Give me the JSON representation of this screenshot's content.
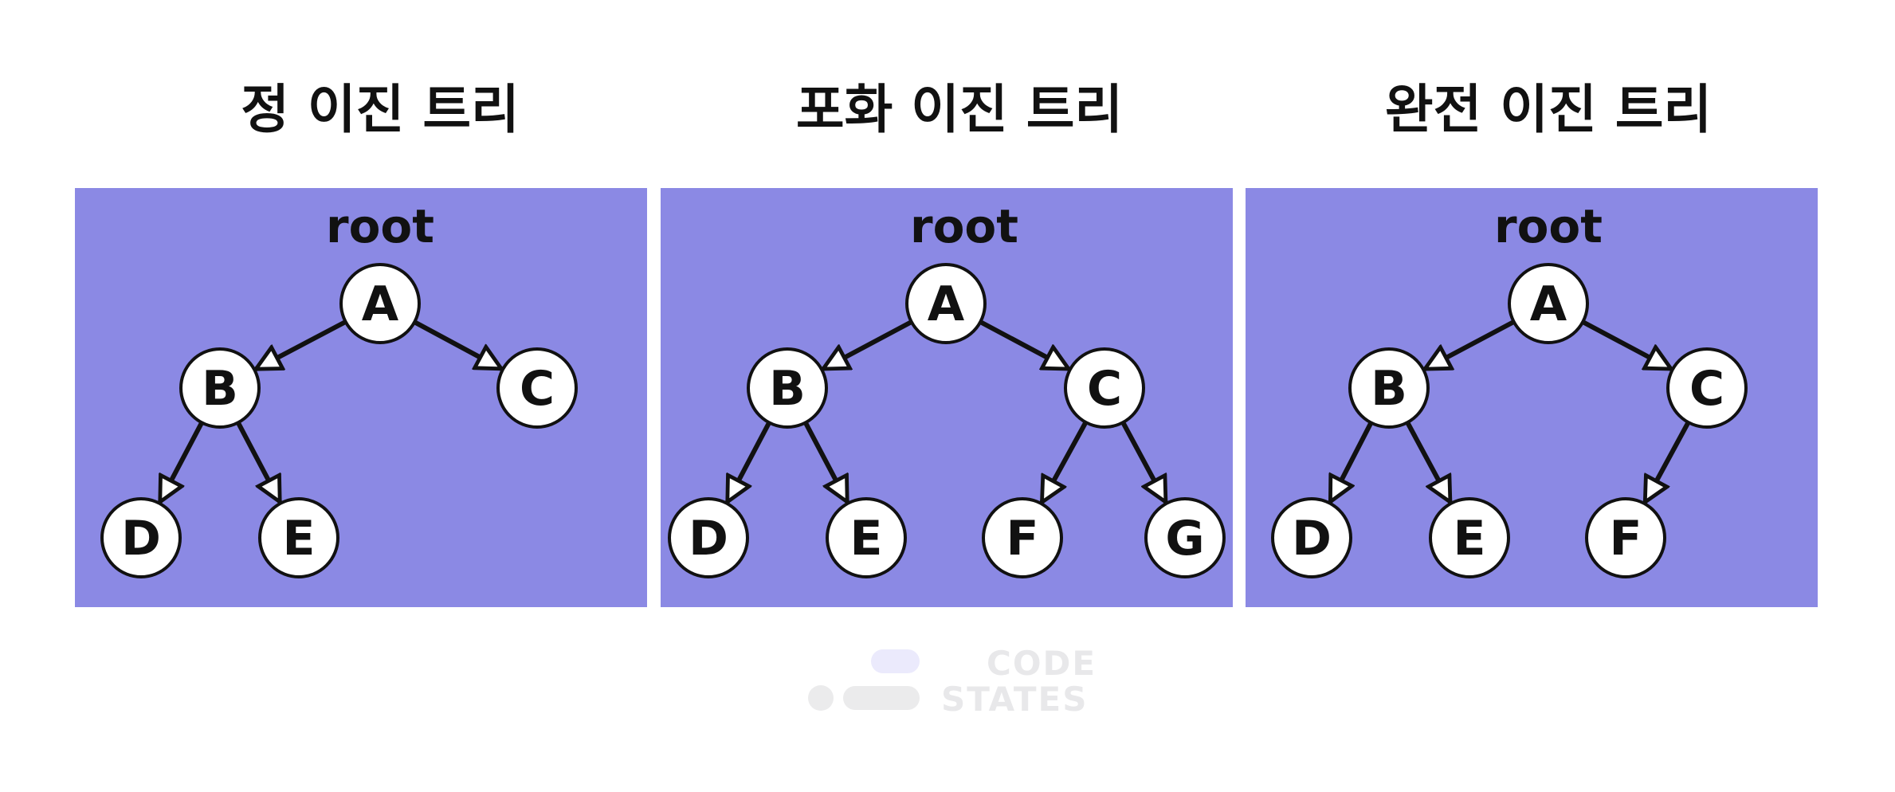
{
  "diagrams": [
    {
      "title": "정 이진 트리",
      "root_label": "root",
      "nodes": [
        "A",
        "B",
        "C",
        "D",
        "E"
      ],
      "edges": [
        [
          "A",
          "B"
        ],
        [
          "A",
          "C"
        ],
        [
          "B",
          "D"
        ],
        [
          "B",
          "E"
        ]
      ]
    },
    {
      "title": "포화 이진 트리",
      "root_label": "root",
      "nodes": [
        "A",
        "B",
        "C",
        "D",
        "E",
        "F",
        "G"
      ],
      "edges": [
        [
          "A",
          "B"
        ],
        [
          "A",
          "C"
        ],
        [
          "B",
          "D"
        ],
        [
          "B",
          "E"
        ],
        [
          "C",
          "F"
        ],
        [
          "C",
          "G"
        ]
      ]
    },
    {
      "title": "완전 이진 트리",
      "root_label": "root",
      "nodes": [
        "A",
        "B",
        "C",
        "D",
        "E",
        "F"
      ],
      "edges": [
        [
          "A",
          "B"
        ],
        [
          "A",
          "C"
        ],
        [
          "B",
          "D"
        ],
        [
          "B",
          "E"
        ],
        [
          "C",
          "F"
        ]
      ]
    }
  ],
  "watermark": {
    "line1": "CODE",
    "line2": "STATES"
  },
  "colors": {
    "panel": "#8b89e4",
    "node_fill": "#ffffff",
    "node_stroke": "#111111",
    "text": "#111111",
    "watermark_accent": "#ebeafc",
    "watermark_gray": "#ebebec"
  }
}
